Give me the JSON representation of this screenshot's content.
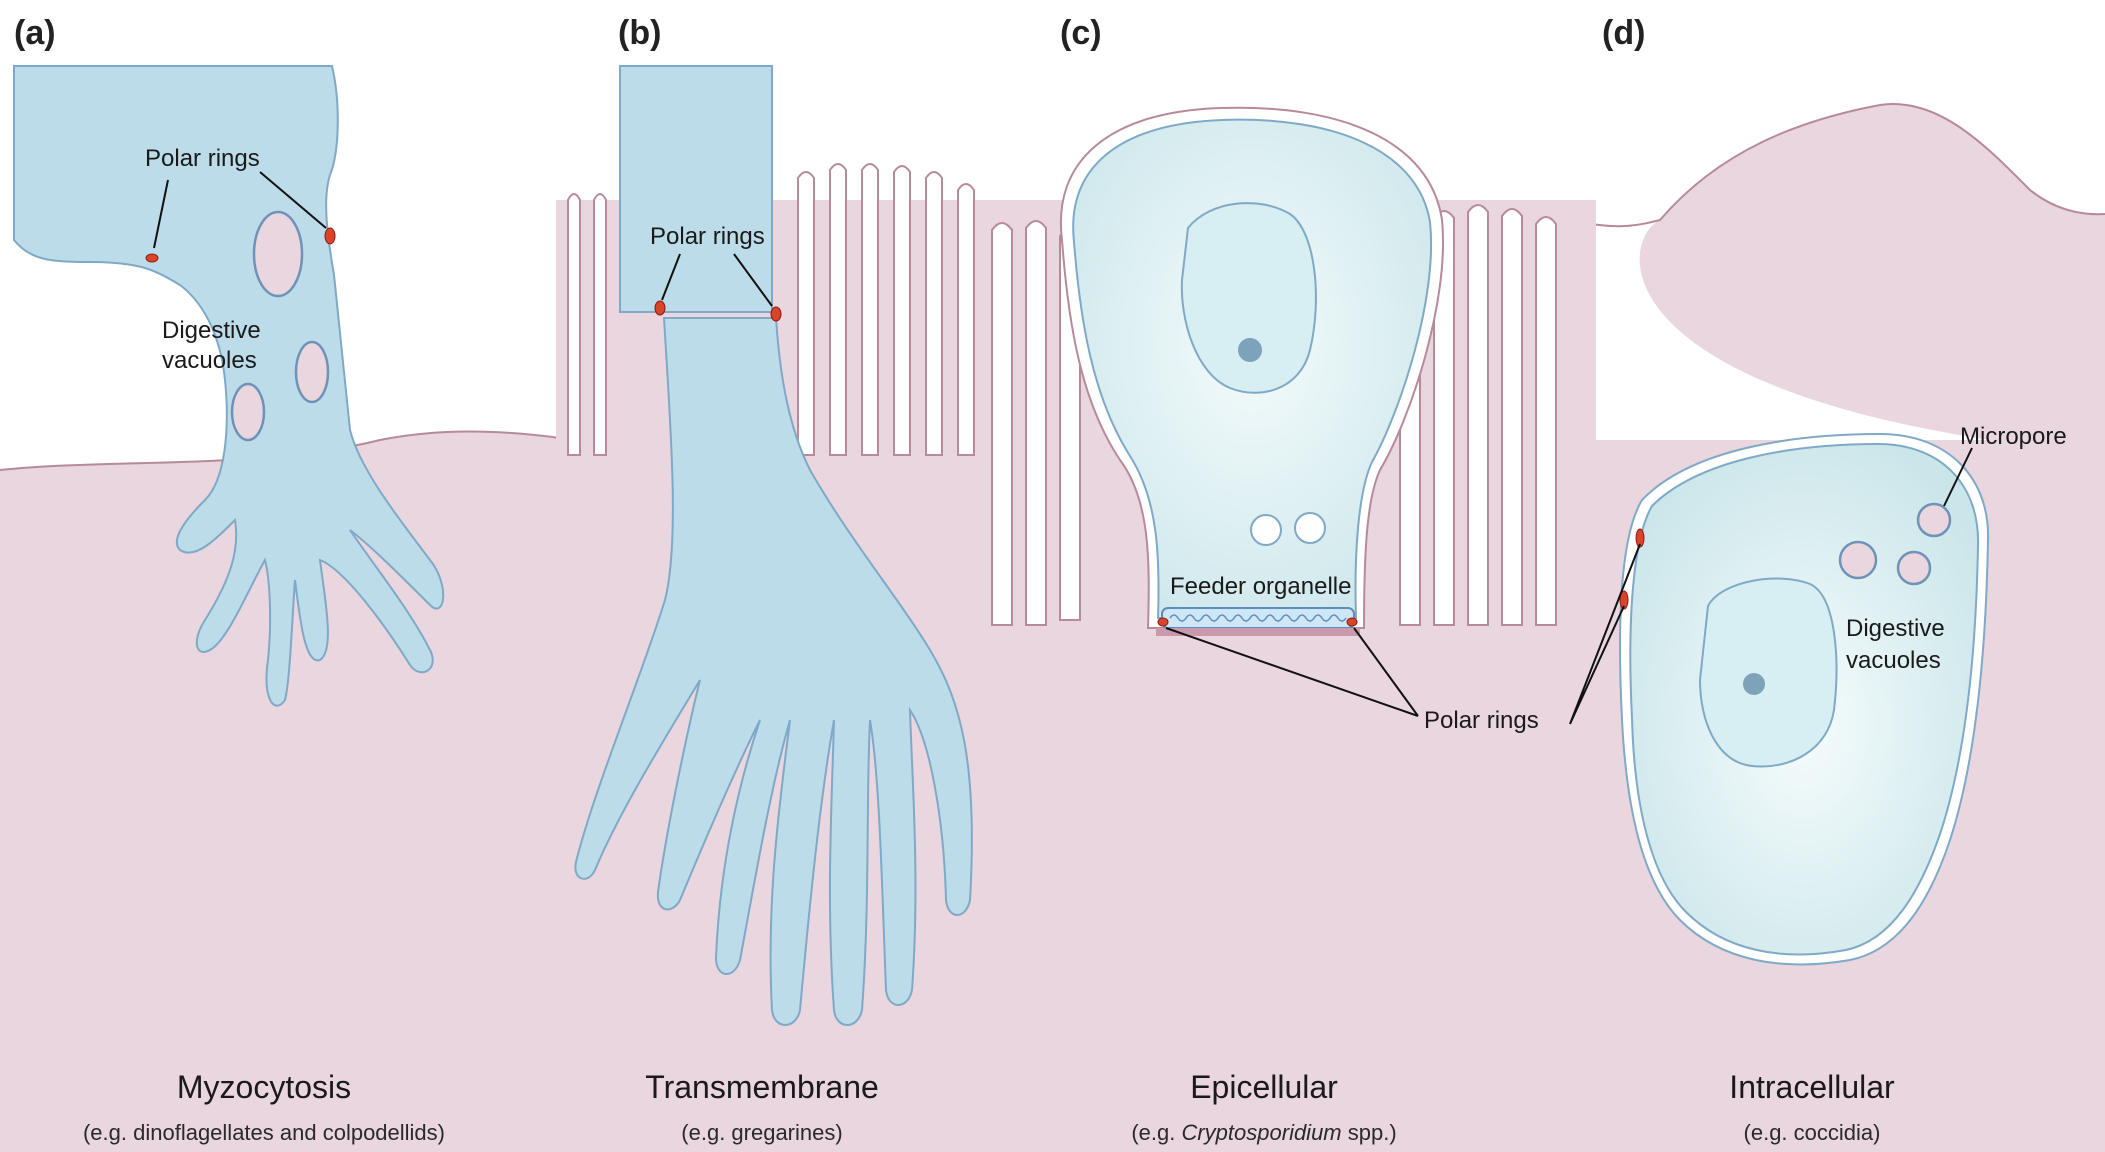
{
  "colors": {
    "host_cell": "#e9d6de",
    "parasite": "#bcdce9",
    "polar_ring": "#d9452b",
    "text": "#1a1a1a"
  },
  "panels": {
    "a": {
      "letter": "(a)",
      "title": "Myzocytosis",
      "subtitle": "(e.g. dinoflagellates and colpodellids)",
      "polar_rings": "Polar rings",
      "digestive_line1": "Digestive",
      "digestive_line2": "vacuoles"
    },
    "b": {
      "letter": "(b)",
      "title": "Transmembrane",
      "subtitle": "(e.g. gregarines)",
      "polar_rings": "Polar rings"
    },
    "c": {
      "letter": "(c)",
      "title": "Epicellular",
      "subtitle_pre": "(e.g. ",
      "subtitle_italic": "Cryptosporidium",
      "subtitle_post": " spp.)",
      "feeder": "Feeder organelle",
      "polar_rings": "Polar rings"
    },
    "d": {
      "letter": "(d)",
      "title": "Intracellular",
      "subtitle": "(e.g. coccidia)",
      "micropore": "Micropore",
      "digestive_line1": "Digestive",
      "digestive_line2": "vacuoles"
    }
  }
}
